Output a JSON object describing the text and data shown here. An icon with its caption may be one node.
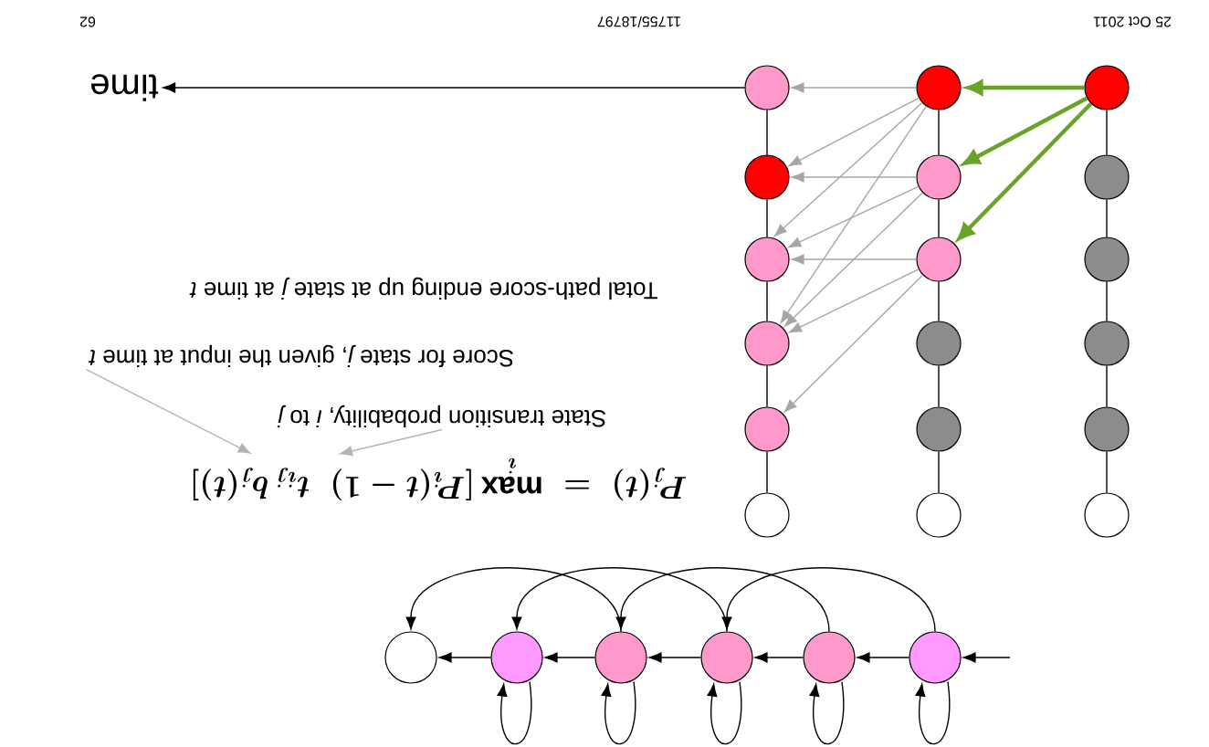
{
  "diagram": {
    "nodes": [
      {
        "text": [],
        "shape": "circle"
      },
      {
        "text": [],
        "shape": "circle"
      },
      {
        "text": [],
        "shape": "circle"
      },
      {
        "text": [],
        "shape": "circle"
      },
      {
        "text": [],
        "shape": "circle"
      },
      {
        "text": [],
        "shape": "circle"
      },
      {
        "text": [],
        "shape": "circle"
      },
      {
        "text": [],
        "shape": "circle"
      },
      {
        "text": [],
        "shape": "circle"
      },
      {
        "text": [],
        "shape": "circle"
      },
      {
        "text": [],
        "shape": "circle"
      },
      {
        "text": [],
        "shape": "circle"
      },
      {
        "text": [],
        "shape": "circle"
      },
      {
        "text": [],
        "shape": "circle"
      },
      {
        "text": [],
        "shape": "circle"
      },
      {
        "text": [],
        "shape": "circle"
      },
      {
        "text": [],
        "shape": "circle"
      },
      {
        "text": [],
        "shape": "circle"
      },
      {
        "text": [
          "time"
        ]
      },
      {
        "text": [
          "State transition probability, *i* to *j*"
        ]
      },
      {
        "text": [
          "Score for state *j*, given the input at time *t*"
        ]
      },
      {
        "text": [
          "P_j(t)\\;=\\;\\max\\limits_i\\,[P_i(t-1)\\;\\;t_{ij}\\,b_j(t)]"
        ]
      },
      {
        "text": [],
        "shape": "circle"
      },
      {
        "text": [],
        "shape": "circle"
      },
      {
        "text": [],
        "shape": "circle"
      },
      {
        "text": [],
        "shape": "circle"
      },
      {
        "text": [],
        "shape": "circle"
      },
      {
        "text": [],
        "shape": "circle"
      }
    ],
    "edges": [
      {
        "from": 0,
        "to": 1,
        "arrow": "none"
      },
      {
        "from": 1,
        "to": 2,
        "arrow": "none"
      },
      {
        "from": 2,
        "to": 3,
        "arrow": "none"
      },
      {
        "from": 3,
        "to": 4,
        "arrow": "none"
      },
      {
        "from": 4,
        "to": 5,
        "arrow": "none"
      },
      {
        "from": 6,
        "to": 7,
        "arrow": "none"
      },
      {
        "from": 7,
        "to": 8,
        "arrow": "none"
      },
      {
        "from": 8,
        "to": 9,
        "arrow": "none"
      },
      {
        "from": 9,
        "to": 10,
        "arrow": "none"
      },
      {
        "from": 10,
        "to": 11,
        "arrow": "none"
      },
      {
        "from": 12,
        "to": 13,
        "arrow": "none"
      },
      {
        "from": 13,
        "to": 14,
        "arrow": "none"
      },
      {
        "from": 14,
        "to": 15,
        "arrow": "none"
      },
      {
        "from": 15,
        "to": 16,
        "arrow": "none"
      },
      {
        "from": 16,
        "to": 17,
        "arrow": "none"
      },
      {
        "from": 12,
        "to": 18,
        "arrow": "to"
      },
      {
        "from": 0,
        "to": 6,
        "arrow": "to",
        "style": "thick",
        "color": "#6aa329"
      },
      {
        "from": 0,
        "to": 7,
        "arrow": "to",
        "style": "thick",
        "color": "#6aa329"
      },
      {
        "from": 0,
        "to": 8,
        "arrow": "to",
        "style": "thick",
        "color": "#6aa329"
      },
      {
        "from": 6,
        "to": 12,
        "arrow": "to",
        "color": "#a6a6a6"
      },
      {
        "from": 6,
        "to": 13,
        "arrow": "to",
        "color": "#a6a6a6"
      },
      {
        "from": 6,
        "to": 14,
        "arrow": "to",
        "color": "#a6a6a6"
      },
      {
        "from": 6,
        "to": 15,
        "arrow": "to",
        "color": "#a6a6a6"
      },
      {
        "from": 7,
        "to": 13,
        "arrow": "to",
        "color": "#a6a6a6"
      },
      {
        "from": 7,
        "to": 14,
        "arrow": "to",
        "color": "#a6a6a6"
      },
      {
        "from": 7,
        "to": 15,
        "arrow": "to",
        "color": "#a6a6a6"
      },
      {
        "from": 8,
        "to": 14,
        "arrow": "to",
        "color": "#a6a6a6"
      },
      {
        "from": 8,
        "to": 15,
        "arrow": "to",
        "color": "#a6a6a6"
      },
      {
        "from": 8,
        "to": 16,
        "arrow": "to",
        "color": "#a6a6a6"
      },
      {
        "from": 19,
        "to": 21,
        "arrow": "to",
        "color": "#b4b4b4"
      },
      {
        "from": 20,
        "to": 21,
        "arrow": "to",
        "color": "#b4b4b4"
      },
      {
        "from": null,
        "to": 27,
        "arrow": "to"
      },
      {
        "from": 27,
        "to": 26,
        "arrow": "to"
      },
      {
        "from": 26,
        "to": 25,
        "arrow": "to"
      },
      {
        "from": 25,
        "to": 24,
        "arrow": "to"
      },
      {
        "from": 24,
        "to": 23,
        "arrow": "to"
      },
      {
        "from": 23,
        "to": 22,
        "arrow": "to"
      },
      {
        "from": 27,
        "to": 25,
        "arrow": "to"
      },
      {
        "from": 26,
        "to": 24,
        "arrow": "to"
      },
      {
        "from": 25,
        "to": 23,
        "arrow": "to"
      },
      {
        "from": 24,
        "to": 22,
        "arrow": "to"
      },
      {
        "from": 23,
        "to": 23,
        "arrow": "to"
      },
      {
        "from": 24,
        "to": 24,
        "arrow": "to"
      },
      {
        "from": 25,
        "to": 25,
        "arrow": "to"
      },
      {
        "from": 26,
        "to": 26,
        "arrow": "to"
      },
      {
        "from": 27,
        "to": 27,
        "arrow": "to"
      }
    ],
    "labels": [
      "25 Oct 2011",
      "11755/18797",
      "62",
      "Total path-score ending up at state *j* at time *t*"
    ]
  }
}
